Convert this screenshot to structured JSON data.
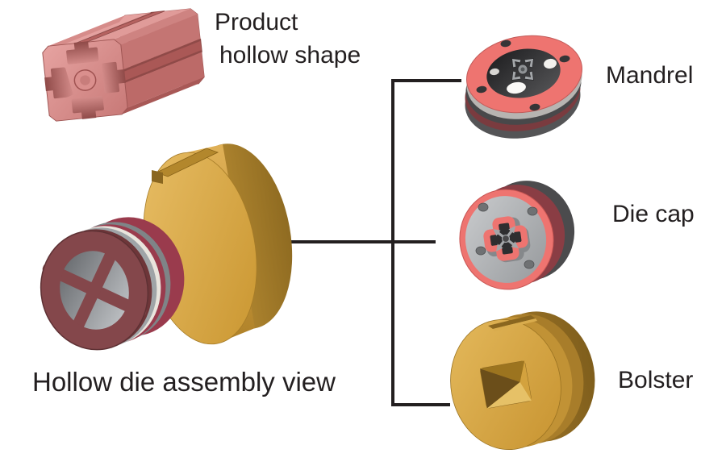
{
  "figure": {
    "background": "#ffffff",
    "text_color": "#231f20",
    "connector_color": "#231f20"
  },
  "labels": {
    "product_line1": "Product",
    "product_line2": "hollow shape",
    "assembly": "Hollow die assembly view"
  },
  "components": [
    {
      "id": "mandrel",
      "label": "Mandrel"
    },
    {
      "id": "die-cap",
      "label": "Die cap"
    },
    {
      "id": "bolster",
      "label": "Bolster"
    }
  ],
  "palette": {
    "extrusion_pink": "#db8e8c",
    "salmon_face": "#ee7470",
    "maroon_face": "#84474b",
    "crimson_ring": "#9a3b4d",
    "steel_gray": "#9fa4a7",
    "white_ring": "#e9e5dd",
    "dark_port": "#2e2e30",
    "gold": "#d8a64a",
    "gold_dark": "#8f6b21"
  }
}
